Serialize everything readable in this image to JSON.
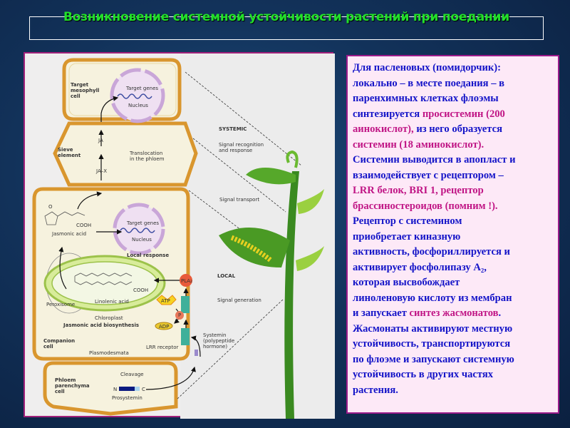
{
  "title": "Возникновение системной устойчивости растений при поедании",
  "colors": {
    "title": "#22e02a",
    "text_blue": "#1414c8",
    "text_magenta": "#c01585",
    "panel_bg": "#fde9f7"
  },
  "diagram": {
    "target_mesophyll_cell": [
      "Target",
      "mesophyll",
      "cell"
    ],
    "target_genes": "Target genes",
    "nucleus": "Nucleus",
    "systemic": "SYSTEMIC",
    "signal_recognition": [
      "Signal recognition",
      "and response"
    ],
    "ja": "JA",
    "sieve_element": [
      "Sieve",
      "element"
    ],
    "translocation": [
      "Translocation",
      "in the phloem"
    ],
    "ja_x": "JA–X",
    "signal_transport": "Signal transport",
    "o": "O",
    "cooh": "COOH",
    "jasmonic_acid": "Jasmonic acid",
    "local_response": "Local response",
    "local": "LOCAL",
    "signal_generation": "Signal generation",
    "peroxisome": "Peroxisome",
    "linolenic_acid": "Linolenic acid",
    "chloroplast": "Chloroplast",
    "ja_biosynthesis": "Jasmonic acid biosynthesis",
    "pla2": "PLA₂",
    "atp": "ATP",
    "p": "P",
    "adp": "ADP",
    "lrr_receptor": "LRR receptor",
    "systemin": [
      "Systemin",
      "(polypeptide",
      "hormone)"
    ],
    "companion_cell": [
      "Companion",
      "cell"
    ],
    "plasmodesmata": "Plasmodesmata",
    "phloem_parenchyma": [
      "Phloem",
      "parenchyma",
      "cell"
    ],
    "cleavage": "Cleavage",
    "n": "N",
    "c": "C",
    "prosystemin": "Prosystemin"
  },
  "text_lines": [
    [
      {
        "t": "Для пасленовых (помидорчик):"
      }
    ],
    [
      {
        "t": "локально – в месте поедания – в"
      }
    ],
    [
      {
        "t": "паренхимных клетках флоэмы"
      }
    ],
    [
      {
        "t": "синтезируется "
      },
      {
        "t": "просистемин (200",
        "m": 1
      }
    ],
    [
      {
        "t": "аинокислот),",
        "m": 1
      },
      {
        "t": " из него образуется"
      }
    ],
    [
      {
        "t": "системин (18 аминокислот).",
        "m": 1
      }
    ],
    [
      {
        "t": "Системин выводится в апопласт и"
      }
    ],
    [
      {
        "t": "взаимодействует с рецептором –"
      }
    ],
    [
      {
        "t": "LRR белок, BRI 1, рецептор",
        "m": 1
      }
    ],
    [
      {
        "t": "брассиностероидов (помним !).",
        "m": 1
      }
    ],
    [
      {
        "t": "Рецептор с системином"
      }
    ],
    [
      {
        "t": "приобретает киназную"
      }
    ],
    [
      {
        "t": "активность, фосфориллируется и"
      }
    ],
    [
      {
        "t": "активирует фосфолипазу A₂,"
      }
    ],
    [
      {
        "t": "которая высвобождает"
      }
    ],
    [
      {
        "t": "линоленовую кислоту из мембран"
      }
    ],
    [
      {
        "t": "и запускает "
      },
      {
        "t": "синтез жасмонатов",
        "m": 1
      },
      {
        "t": "."
      }
    ],
    [
      {
        "t": "Жасмонаты активируют местную"
      }
    ],
    [
      {
        "t": "устойчивость, транспортируются"
      }
    ],
    [
      {
        "t": "по флоэме и запускают системную"
      }
    ],
    [
      {
        "t": "устойчивость в других частях"
      }
    ],
    [
      {
        "t": "растения."
      }
    ]
  ]
}
